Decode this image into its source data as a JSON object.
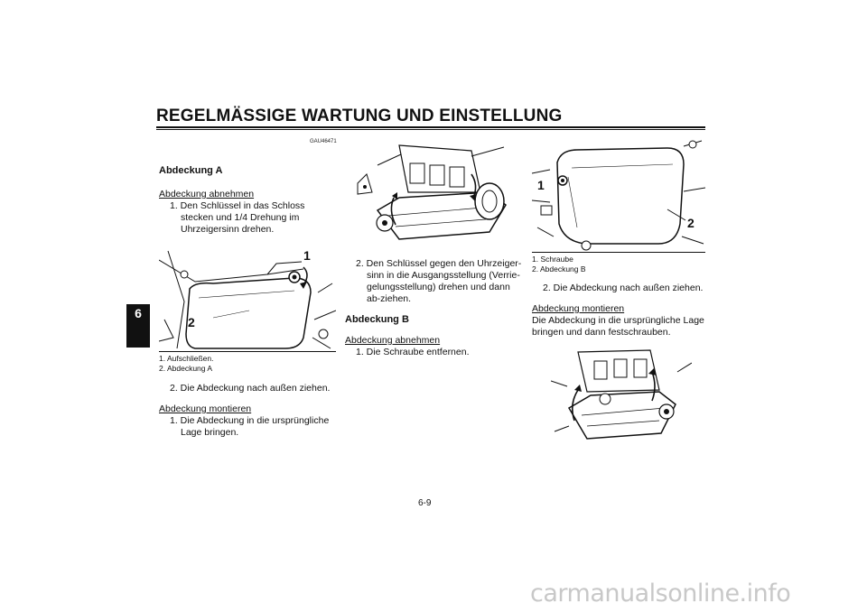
{
  "header": {
    "title": "REGELMÄSSIGE WARTUNG UND EINSTELLUNG"
  },
  "chapter_tab": "6",
  "doc_code": "GAU46471",
  "col1": {
    "heading": "Abdeckung A",
    "remove_sub": "Abdeckung abnehmen",
    "step1": "1. Den Schlüssel in das Schloss stecken und 1/4 Drehung im Uhrzeigersinn drehen.",
    "fig_callouts": [
      "1",
      "2"
    ],
    "captions": [
      "1. Aufschließen.",
      "2. Abdeckung A"
    ],
    "step2": "2. Die Abdeckung nach außen ziehen.",
    "install_sub": "Abdeckung montieren",
    "step3": "1. Die Abdeckung in die ursprüngliche Lage bringen."
  },
  "col2": {
    "step2": "2. Den Schlüssel gegen den Uhrzeiger-sinn in die Ausgangsstellung (Verrie-gelungsstellung) drehen und dann ab-ziehen.",
    "heading": "Abdeckung B",
    "remove_sub": "Abdeckung abnehmen",
    "step1": "1. Die Schraube entfernen."
  },
  "col3": {
    "fig_callouts": [
      "1",
      "2"
    ],
    "captions": [
      "1. Schraube",
      "2. Abdeckung B"
    ],
    "step2": "2. Die Abdeckung nach außen ziehen.",
    "install_sub": "Abdeckung montieren",
    "install_text": "Die Abdeckung in die ursprüngliche Lage bringen und dann festschrauben."
  },
  "footer": {
    "page_number": "6-9",
    "watermark": "carmanualsonline.info"
  }
}
